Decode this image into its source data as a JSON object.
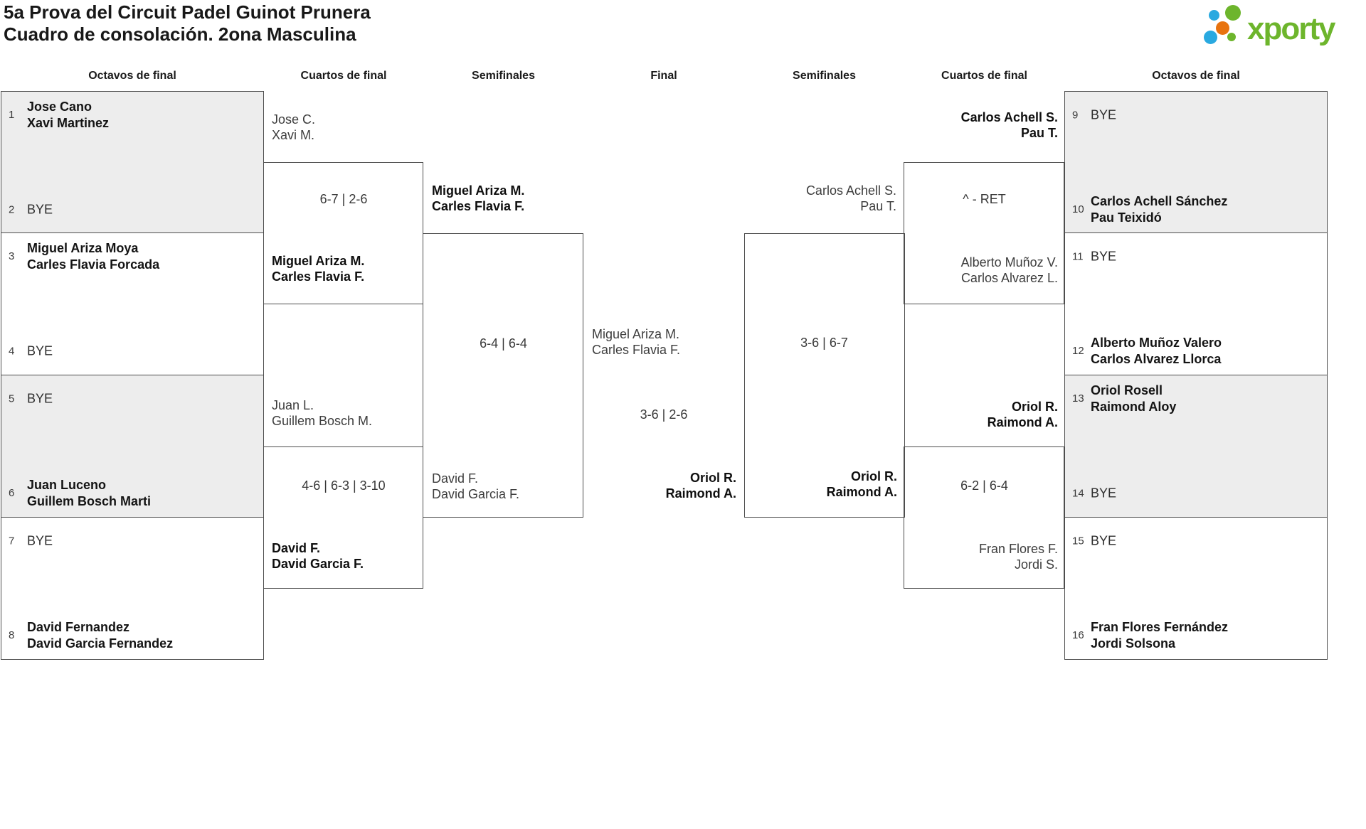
{
  "title": {
    "line1": "5a Prova del Circuit Padel Guinot Prunera",
    "line2": "Cuadro de consolación. 2ona Masculina"
  },
  "logo": {
    "brand": "xporty"
  },
  "colors": {
    "brand_green": "#6db52c",
    "dot_blue": "#29a9e0",
    "dot_orange": "#e8730f",
    "alt_row_gray": "#ededed",
    "line_border": "#4d4d4d"
  },
  "rounds": [
    "Octavos de final",
    "Cuartos de final",
    "Semifinales",
    "Final",
    "Semifinales",
    "Cuartos de final",
    "Octavos de final"
  ],
  "octavos_left": [
    {
      "team1": {
        "seed": "1",
        "line1": "Jose Cano",
        "line2": "Xavi Martinez"
      },
      "team2": {
        "seed": "2",
        "line1": "BYE"
      }
    },
    {
      "team1": {
        "seed": "3",
        "line1": "Miguel Ariza Moya",
        "line2": "Carles Flavia Forcada"
      },
      "team2": {
        "seed": "4",
        "line1": "BYE"
      }
    },
    {
      "team1": {
        "seed": "5",
        "line1": "BYE"
      },
      "team2": {
        "seed": "6",
        "line1": "Juan Luceno",
        "line2": "Guillem Bosch Marti"
      }
    },
    {
      "team1": {
        "seed": "7",
        "line1": "BYE"
      },
      "team2": {
        "seed": "8",
        "line1": "David Fernandez",
        "line2": "David Garcia Fernandez"
      }
    }
  ],
  "octavos_right": [
    {
      "team1": {
        "seed": "9",
        "line1": "BYE"
      },
      "team2": {
        "seed": "10",
        "line1": "Carlos Achell Sánchez",
        "line2": "Pau Teixidó"
      }
    },
    {
      "team1": {
        "seed": "11",
        "line1": "BYE"
      },
      "team2": {
        "seed": "12",
        "line1": "Alberto Muñoz Valero",
        "line2": "Carlos Alvarez Llorca"
      }
    },
    {
      "team1": {
        "seed": "13",
        "line1": "Oriol Rosell",
        "line2": "Raimond Aloy"
      },
      "team2": {
        "seed": "14",
        "line1": "BYE"
      }
    },
    {
      "team1": {
        "seed": "15",
        "line1": "BYE"
      },
      "team2": {
        "seed": "16",
        "line1": "Fran Flores Fernández",
        "line2": "Jordi Solsona"
      }
    }
  ],
  "quarterfinals_left": [
    {
      "team1": {
        "line1": "Jose C.",
        "line2": "Xavi M."
      },
      "score": "6-7 | 2-6",
      "team2": {
        "line1": "Miguel Ariza M.",
        "line2": "Carles Flavia F."
      }
    },
    {
      "team1": {
        "line1": "Juan L.",
        "line2": "Guillem Bosch M."
      },
      "score": "4-6 | 6-3 | 3-10",
      "team2": {
        "line1": "David F.",
        "line2": "David Garcia F."
      }
    }
  ],
  "semifinal_left": {
    "team1": {
      "line1": "Miguel Ariza M.",
      "line2": "Carles Flavia F."
    },
    "score": "6-4 | 6-4",
    "team2": {
      "line1": "David F.",
      "line2": "David Garcia F."
    }
  },
  "final": {
    "team1": {
      "line1": "Miguel Ariza M.",
      "line2": "Carles Flavia F."
    },
    "score": "3-6 | 2-6",
    "team2": {
      "line1": "Oriol R.",
      "line2": "Raimond A."
    }
  },
  "semifinal_right": {
    "team1": {
      "line1": "Carlos Achell S.",
      "line2": "Pau T."
    },
    "score": "3-6 | 6-7",
    "team2": {
      "line1": "Oriol R.",
      "line2": "Raimond A."
    }
  },
  "quarterfinals_right": [
    {
      "team1": {
        "line1": "Carlos Achell S.",
        "line2": "Pau T."
      },
      "score": "^ - RET",
      "team2": {
        "line1": "Alberto Muñoz V.",
        "line2": "Carlos Alvarez L."
      }
    },
    {
      "team1": {
        "line1": "Oriol R.",
        "line2": "Raimond A."
      },
      "score": "6-2 | 6-4",
      "team2": {
        "line1": "Fran Flores F.",
        "line2": "Jordi S."
      }
    }
  ]
}
